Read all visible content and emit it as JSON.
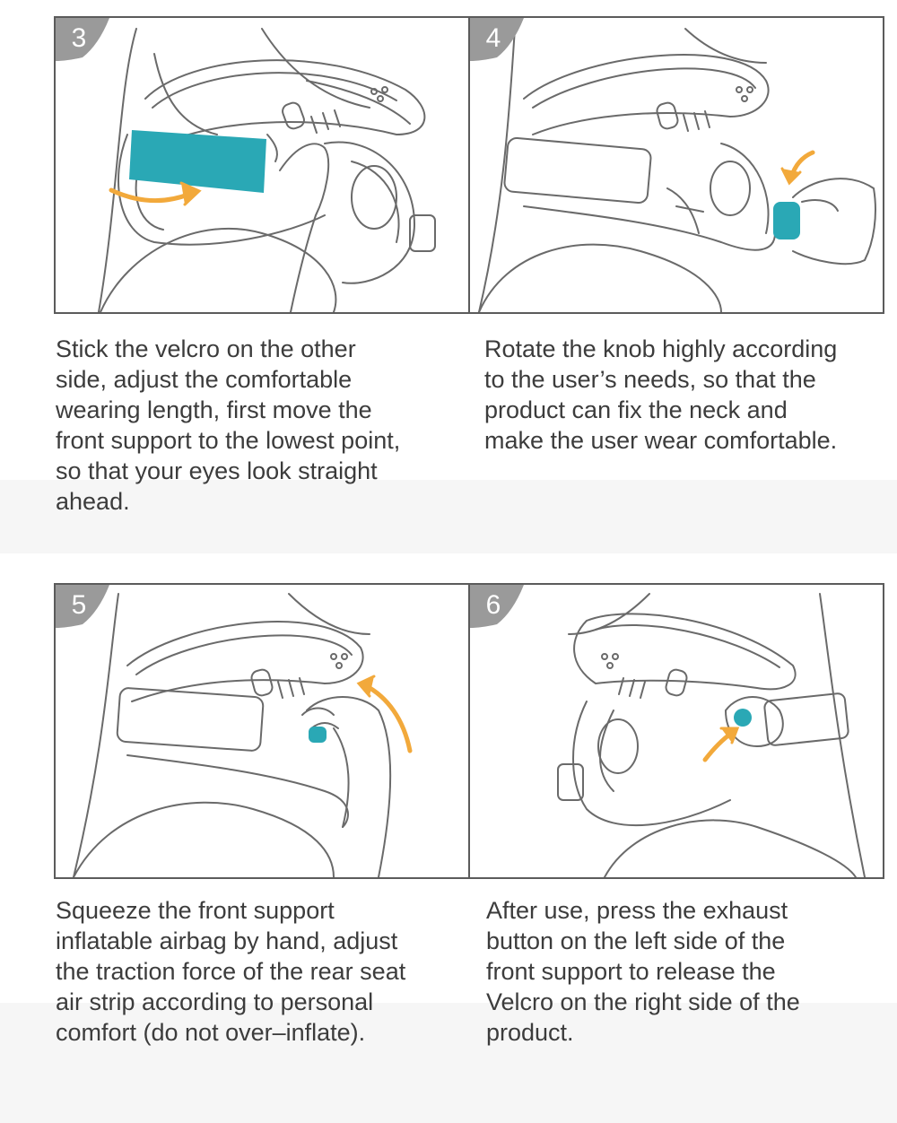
{
  "steps": [
    {
      "number": "3",
      "text_lines": [
        "Stick the velcro on the other",
        "side, adjust the comfortable",
        "wearing length, first move the",
        "front support to the lowest point,",
        "so that your eyes look straight",
        "ahead."
      ]
    },
    {
      "number": "4",
      "text_lines": [
        "Rotate the knob highly according",
        "to the user’s needs, so that the",
        "product can fix the neck and",
        "make the user wear comfortable."
      ]
    },
    {
      "number": "5",
      "text_lines": [
        "Squeeze the front support",
        "inflatable airbag by hand, adjust",
        "the traction force of the rear seat",
        "air strip according to personal",
        "comfort (do not over–inflate)."
      ]
    },
    {
      "number": "6",
      "text_lines": [
        "After use, press the exhaust",
        "button on the left side of the",
        "front support to release the",
        "Velcro on the right side of the",
        "product."
      ]
    }
  ],
  "colors": {
    "frame": "#5b5b5b",
    "badge": "#9a9a9a",
    "line_art": "#6a6a6a",
    "accent_teal": "#2aa8b5",
    "arrow_orange": "#f2a93b",
    "band_gray": "#f6f6f6"
  },
  "icons": [
    "step-number-badge",
    "neck-brace-illustration",
    "direction-arrow",
    "velcro-strap",
    "adjustment-knob",
    "exhaust-button"
  ]
}
